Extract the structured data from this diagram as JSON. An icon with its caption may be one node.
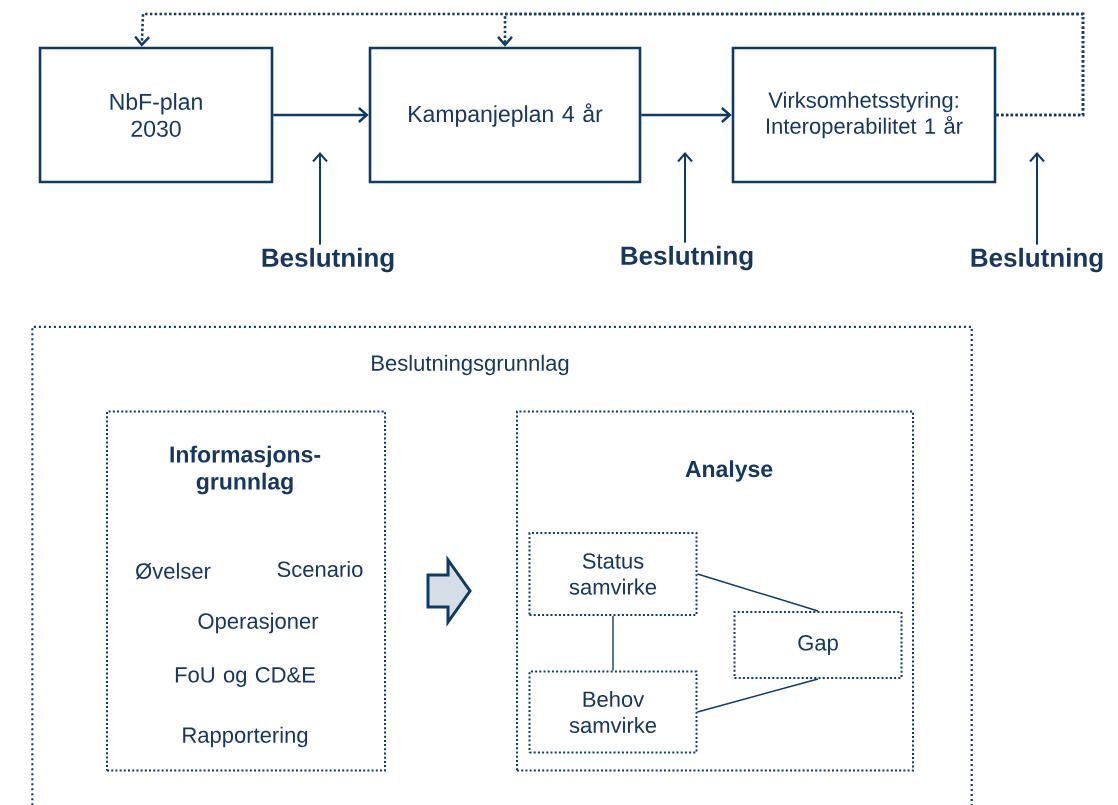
{
  "diagram": {
    "nodes": [
      {
        "text": [
          "NbF-plan 2030"
        ]
      },
      {
        "text": [
          "Kampanjeplan 4 år"
        ]
      },
      {
        "text": [
          "Virksomhetsstyring: Interoperabilitet 1 år"
        ]
      },
      {
        "text": [
          "Beslutning"
        ]
      },
      {
        "text": [
          "Beslutning"
        ]
      },
      {
        "text": [
          "Beslutning"
        ]
      },
      {
        "text": [
          "Beslutningsgrunnlag"
        ]
      },
      {
        "text": [
          "Informasjons-grunnlag",
          "Øvelser",
          "Scenario",
          "Operasjoner",
          "FoU og CD&E",
          "Rapportering"
        ],
        "in": 6
      },
      {
        "text": [
          "Analyse"
        ],
        "in": 6
      },
      {
        "text": [
          "Status samvirke"
        ],
        "in": 8
      },
      {
        "text": [
          "Gap"
        ],
        "in": 8
      },
      {
        "text": [
          "Behov samvirke"
        ],
        "in": 8
      }
    ],
    "edges": [
      {
        "from": 0,
        "to": 1,
        "arrow": "to"
      },
      {
        "from": 1,
        "to": 2,
        "arrow": "to"
      },
      {
        "from": 2,
        "to": 0,
        "arrow": "to",
        "style": "dashed"
      },
      {
        "from": 2,
        "to": 1,
        "arrow": "to",
        "style": "dashed"
      },
      {
        "from": 3,
        "to": null,
        "arrow": "to"
      },
      {
        "from": 4,
        "to": null,
        "arrow": "to"
      },
      {
        "from": 5,
        "to": null,
        "arrow": "to"
      },
      {
        "from": 7,
        "to": 8,
        "arrow": "to"
      },
      {
        "from": 9,
        "to": 10,
        "arrow": "none"
      },
      {
        "from": 11,
        "to": 10,
        "arrow": "none"
      },
      {
        "from": 9,
        "to": 11,
        "arrow": "none"
      }
    ]
  }
}
